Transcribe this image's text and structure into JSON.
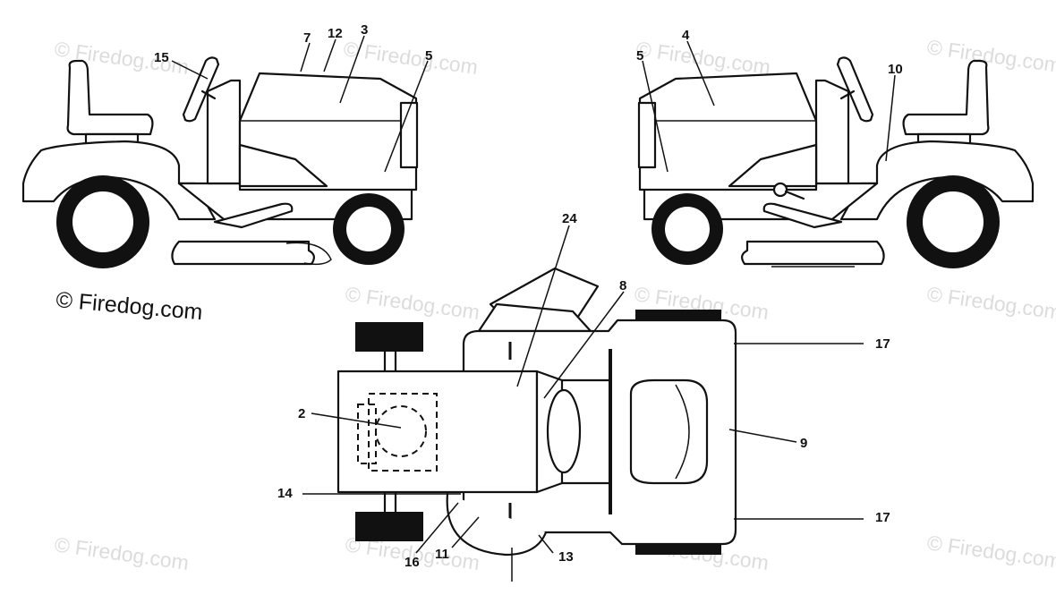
{
  "diagram": {
    "copyright": "© Firedog.com",
    "watermark": "© Firedog.com",
    "callouts": {
      "c2": "2",
      "c3": "3",
      "c4": "4",
      "c5_left": "5",
      "c5_right": "5",
      "c7": "7",
      "c8": "8",
      "c9": "9",
      "c10": "10",
      "c11": "11",
      "c12": "12",
      "c13": "13",
      "c14": "14",
      "c15": "15",
      "c16": "16",
      "c17_top": "17",
      "c17_bottom": "17",
      "c24": "24"
    }
  }
}
